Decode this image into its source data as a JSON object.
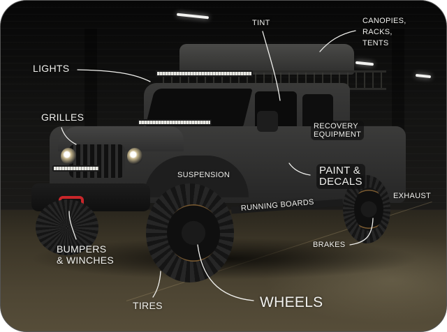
{
  "image": {
    "description": "Dark grey off-road pickup truck in a dim garage annotated with accessory categories",
    "background_colors": {
      "wall": "#111110",
      "floor": "#4d4533",
      "label_text": "#f1f1ee",
      "winch_accent": "#c8262a"
    }
  },
  "labels": {
    "lights": "LIGHTS",
    "grilles": "GRILLES",
    "tint": "TINT",
    "canopies": "CANOPIES,\nRACKS,\nTENTS",
    "canopies_lines": [
      "CANOPIES,",
      "RACKS,",
      "TENTS"
    ],
    "recovery_lines": [
      "RECOVERY",
      "EQUIPMENT"
    ],
    "suspension": "SUSPENSION",
    "paint_lines": [
      "PAINT &",
      "DECALS"
    ],
    "exhaust": "EXHAUST",
    "running_boards": "RUNNING BOARDS",
    "brakes": "BRAKES",
    "bumpers_lines": [
      "BUMPERS",
      "& WINCHES"
    ],
    "tires": "TIRES",
    "wheels": "WHEELS"
  }
}
